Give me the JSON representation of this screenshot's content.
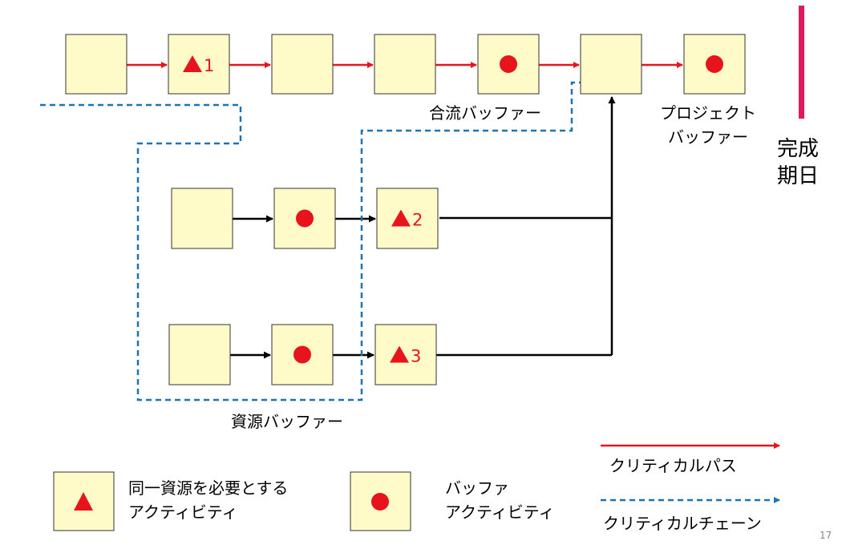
{
  "colors": {
    "box_fill": "#FFFBC9",
    "box_stroke": "#333333",
    "critical": "#E8141B",
    "chain": "#1C74B7",
    "arrow_black": "#000000",
    "deadline": "#E0185E"
  },
  "tasks": {
    "top": [
      {
        "marker": "none",
        "label": ""
      },
      {
        "marker": "triangle",
        "label": "1"
      },
      {
        "marker": "none",
        "label": ""
      },
      {
        "marker": "none",
        "label": ""
      },
      {
        "marker": "circle",
        "label": ""
      },
      {
        "marker": "none",
        "label": ""
      },
      {
        "marker": "circle",
        "label": ""
      }
    ],
    "mid": [
      {
        "marker": "none",
        "label": ""
      },
      {
        "marker": "circle",
        "label": ""
      },
      {
        "marker": "triangle",
        "label": "2"
      }
    ],
    "bottom": [
      {
        "marker": "none",
        "label": ""
      },
      {
        "marker": "circle",
        "label": ""
      },
      {
        "marker": "triangle",
        "label": "3"
      }
    ]
  },
  "labels": {
    "merge_buffer": "合流バッファー",
    "project_buffer_line1": "プロジェクト",
    "project_buffer_line2": "バッファー",
    "deadline_line1": "完成",
    "deadline_line2": "期日",
    "resource_buffer": "資源バッファー"
  },
  "legend": {
    "same_resource_line1": "同一資源を必要とする",
    "same_resource_line2": "アクティビティ",
    "buffer_line1": "バッファ",
    "buffer_line2": "アクティビティ",
    "critical_path": "クリティカルパス",
    "critical_chain": "クリティカルチェーン"
  },
  "page_number": "17"
}
